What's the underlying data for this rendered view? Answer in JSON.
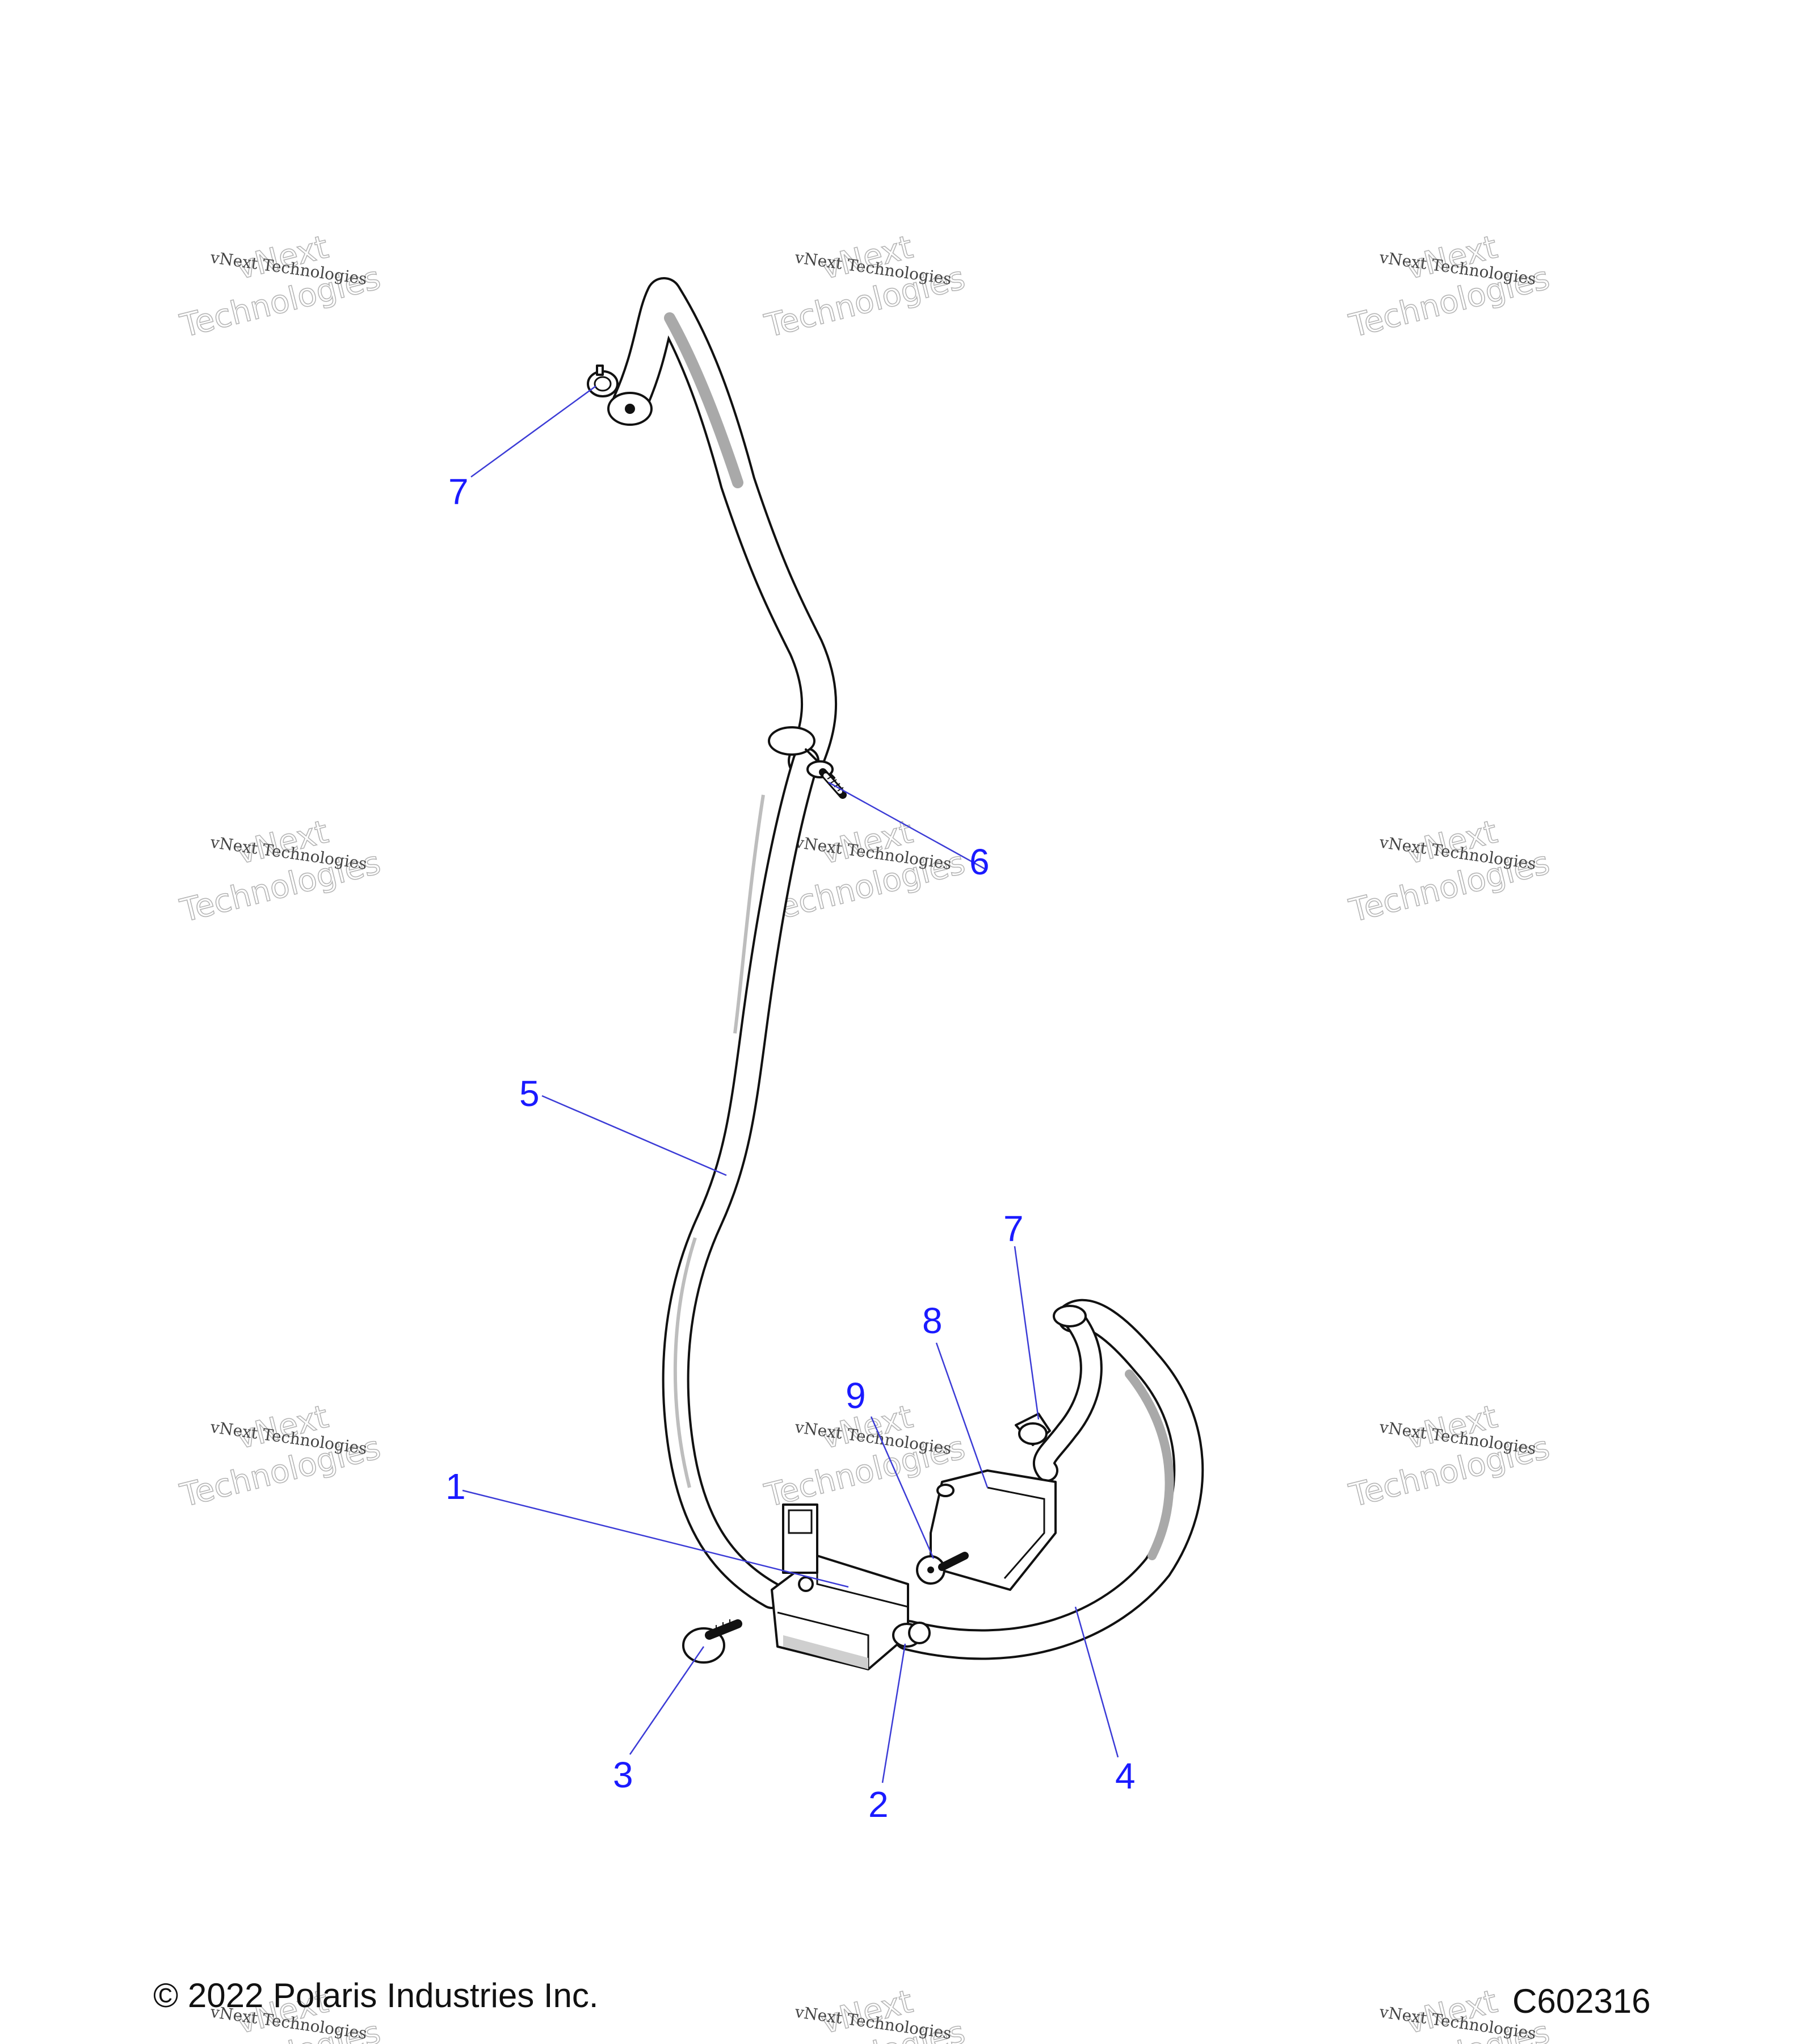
{
  "diagram": {
    "callouts": [
      {
        "label": "7"
      },
      {
        "label": "6"
      },
      {
        "label": "5"
      },
      {
        "label": "7"
      },
      {
        "label": "8"
      },
      {
        "label": "9"
      },
      {
        "label": "1"
      },
      {
        "label": "3"
      },
      {
        "label": "2"
      },
      {
        "label": "4"
      }
    ]
  },
  "watermark": {
    "text": "vNext Technologies",
    "big_line1": "vNext",
    "big_line2": "Technologies"
  },
  "footer": {
    "copyright": "© 2022 Polaris Industries Inc.",
    "figure_id": "C602316"
  },
  "colors": {
    "callout": "#1a1aff",
    "leader": "#3b3bd6",
    "line_art": "#111111",
    "shade": "#9a9a9a"
  }
}
